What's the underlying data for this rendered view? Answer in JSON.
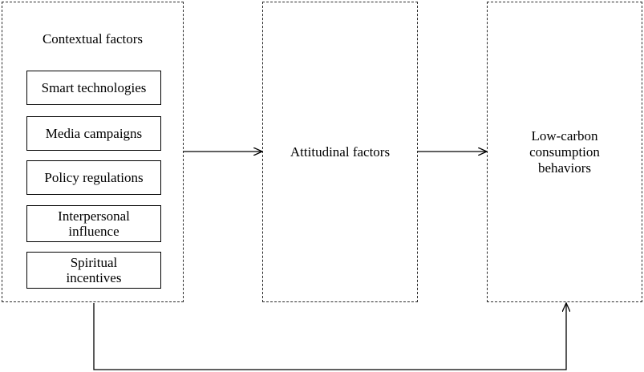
{
  "contextual": {
    "title": "Contextual factors",
    "items": [
      {
        "label": "Smart technologies"
      },
      {
        "label": "Media campaigns"
      },
      {
        "label": "Policy regulations"
      },
      {
        "label": "Interpersonal\ninfluence"
      },
      {
        "label": "Spiritual\nincentives"
      }
    ]
  },
  "attitudinal": {
    "label": "Attitudinal factors"
  },
  "outcome": {
    "label": "Low-carbon\nconsumption\nbehaviors"
  },
  "colors": {
    "stroke": "#2a2a2a",
    "text": "#000000",
    "background": "#ffffff"
  }
}
